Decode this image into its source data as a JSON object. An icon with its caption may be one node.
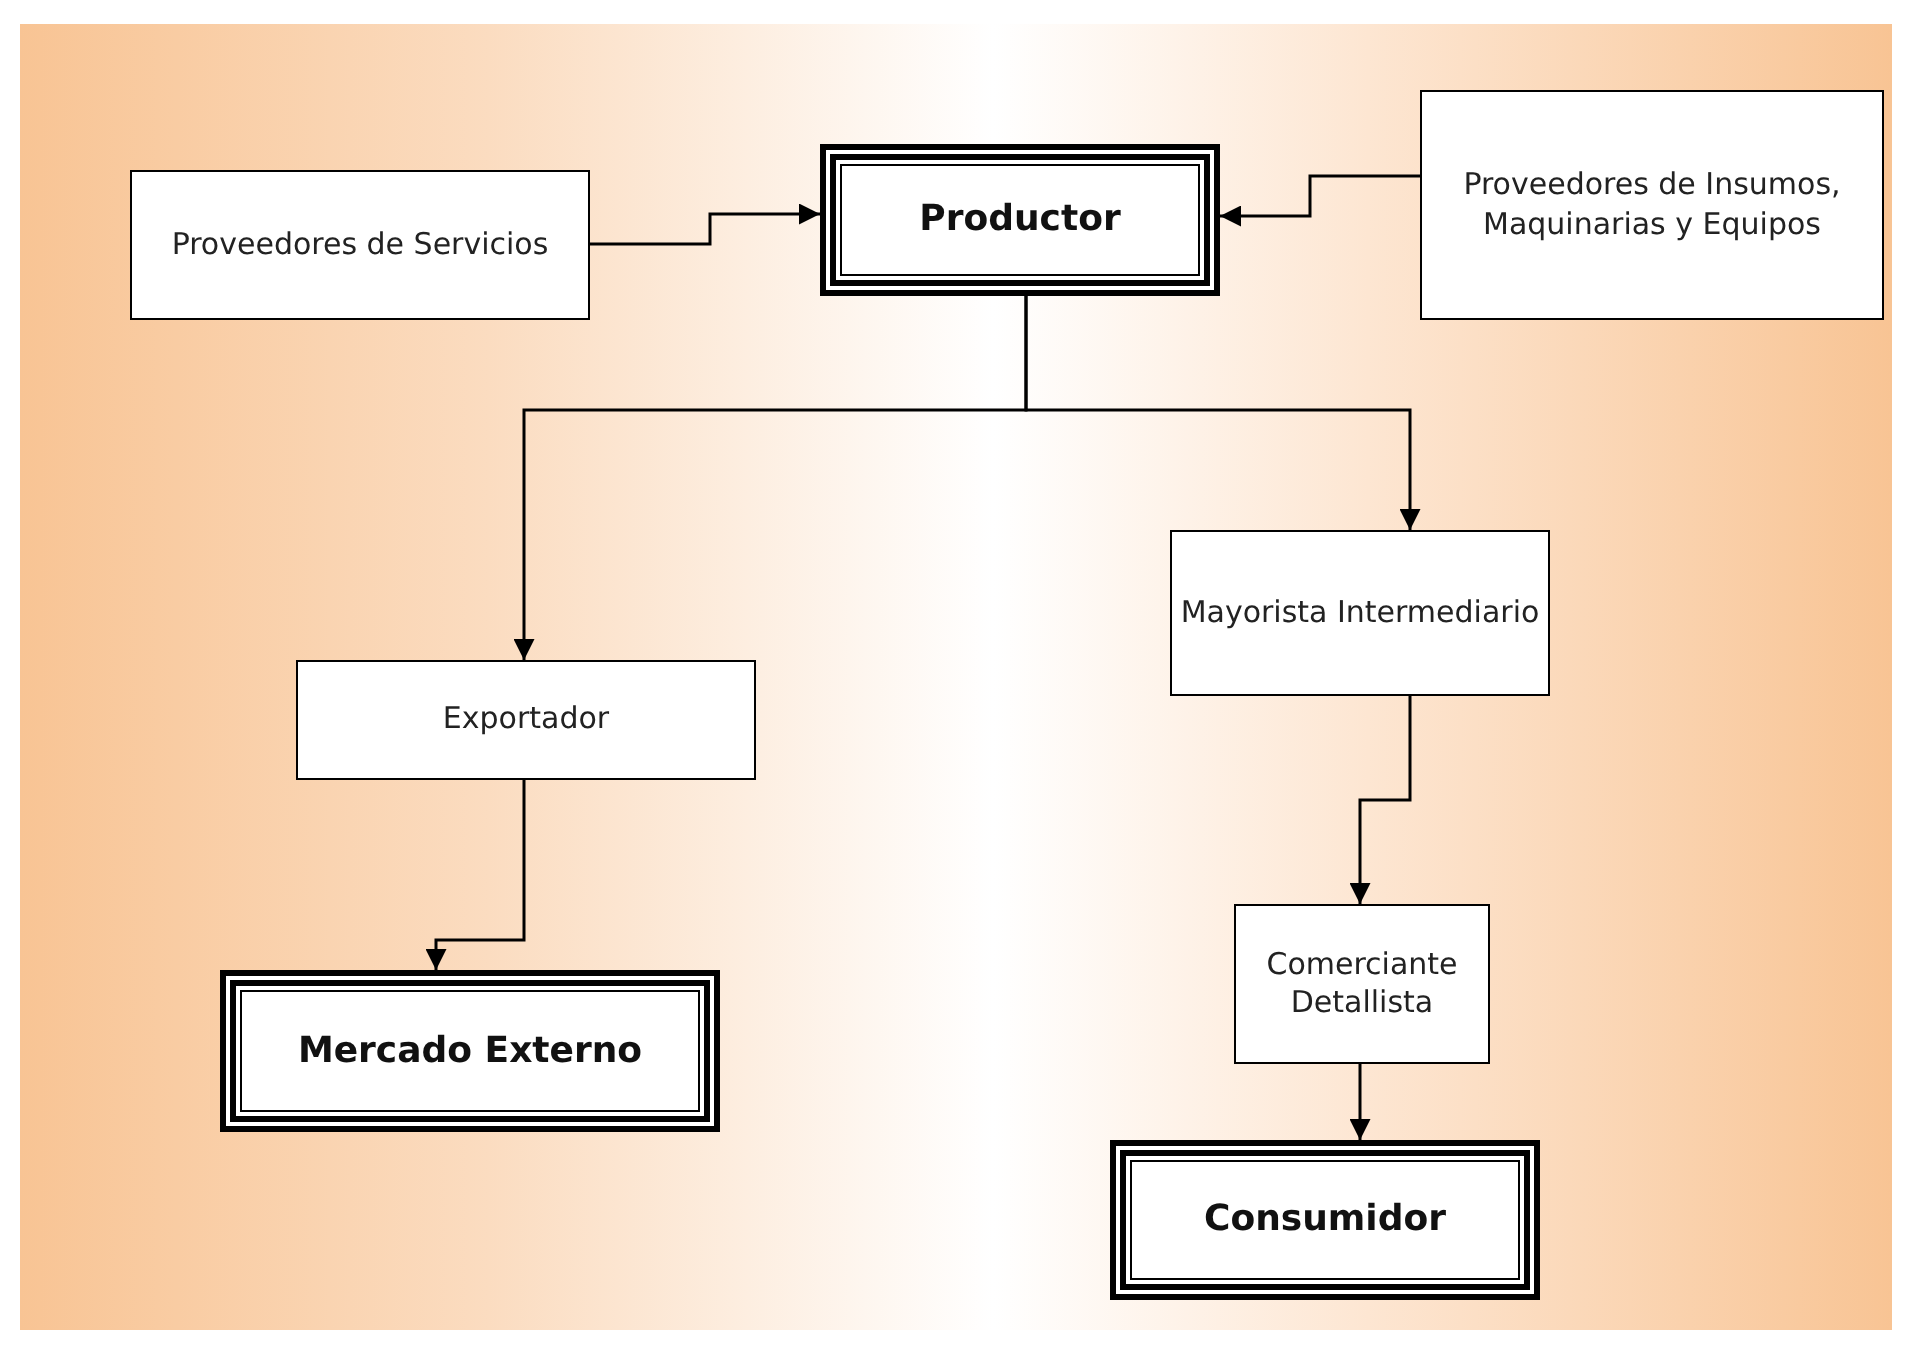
{
  "diagram": {
    "nodes": [
      {
        "text": [
          "Proveedores de Servicios"
        ]
      },
      {
        "text": [
          "Productor"
        ]
      },
      {
        "text": [
          "Proveedores de Insumos, Maquinarias y Equipos"
        ]
      },
      {
        "text": [
          "Mayorista Intermediario"
        ]
      },
      {
        "text": [
          "Exportador"
        ]
      },
      {
        "text": [
          "Comerciante Detallista"
        ]
      },
      {
        "text": [
          "Mercado Externo"
        ]
      },
      {
        "text": [
          "Consumidor"
        ]
      }
    ],
    "edges": [
      {
        "from": 0,
        "to": 1,
        "arrow": "to"
      },
      {
        "from": 2,
        "to": 1,
        "arrow": "to"
      },
      {
        "from": 1,
        "to": 4,
        "arrow": "to"
      },
      {
        "from": 1,
        "to": 3,
        "arrow": "to"
      },
      {
        "from": 3,
        "to": 5,
        "arrow": "to"
      },
      {
        "from": 4,
        "to": 6,
        "arrow": "to"
      },
      {
        "from": 5,
        "to": 7,
        "arrow": "to"
      }
    ]
  }
}
